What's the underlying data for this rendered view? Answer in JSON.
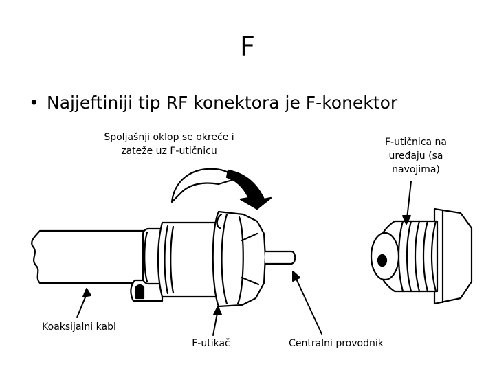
{
  "slide": {
    "title": "F",
    "bullet_symbol": "•",
    "bullet_text": "Najjeftiniji tip RF konektora je F-konektor"
  },
  "diagram": {
    "labels": {
      "outer_nut": "Spoljašnji oklop se okreće i zateže uz F-utičnicu",
      "socket": "F-utičnica na uređaju (sa navojima)",
      "coax_cable": "Koaksijalni kabl",
      "f_plug": "F-utikač",
      "center_conductor": "Centralni provodnik"
    },
    "colors": {
      "line": "#000000",
      "background": "#ffffff"
    },
    "icons": [
      "curved-rotation-arrow-icon",
      "pointer-arrow-icon"
    ]
  }
}
